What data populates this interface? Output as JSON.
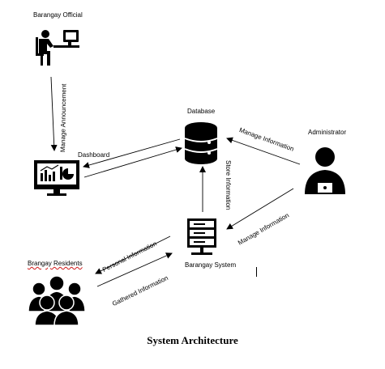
{
  "nodes": {
    "official": "Barangay Official",
    "database": "Database",
    "administrator": "Administrator",
    "dashboard": "Dashboard",
    "system": "Barangay System",
    "residents": "Brangay Residents"
  },
  "edges": {
    "manage_announcement": "Manage Announcement",
    "manage_information_top": "Manage Information",
    "store_information": "Store Information",
    "manage_information_bottom": "Manage Information",
    "personal_information": "Personal Information",
    "gathered_information": "Gathered Information"
  },
  "caption": "System Architecture"
}
